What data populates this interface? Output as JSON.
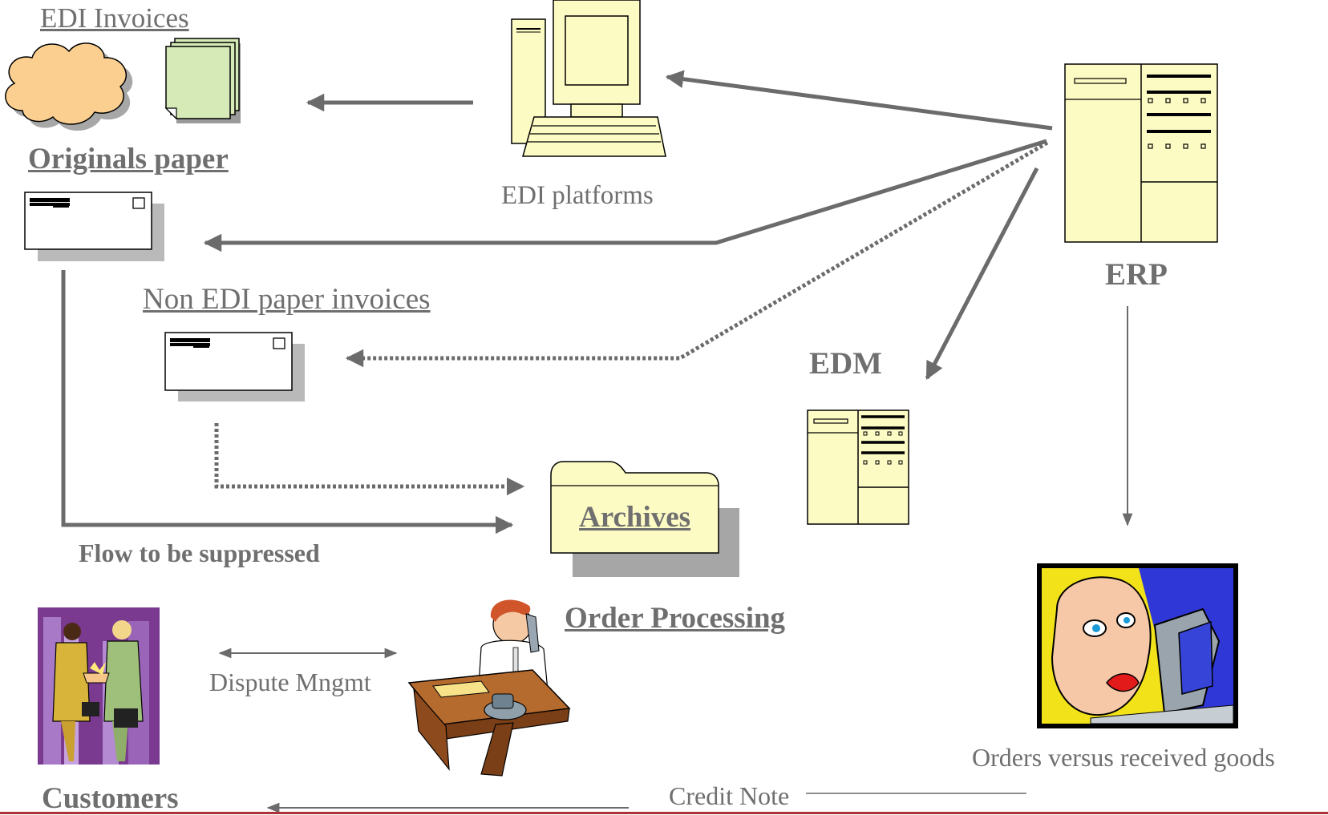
{
  "labels": {
    "edi_invoices": "EDI Invoices",
    "originals_paper": "Originals paper",
    "edi_platforms": "EDI platforms",
    "erp": "ERP",
    "non_edi_paper_invoices": "Non EDI paper invoices",
    "edm": "EDM",
    "archives": "Archives",
    "flow_suppressed": "Flow to be suppressed",
    "order_processing": "Order Processing",
    "dispute_mngmt": "Dispute Mngmt",
    "orders_vs_goods": "Orders versus received goods",
    "customers": "Customers",
    "credit_note": "Credit Note"
  },
  "colors": {
    "text": "#6f6f6f",
    "arrow": "#6b6b6b",
    "cream": "#fdfbc4",
    "paper_green": "#d6eab8",
    "cloud_orange": "#fbcf8f",
    "shadow": "#bdbdbd",
    "bottom_rule": "#b0303a"
  },
  "icons": [
    "cloud-icon",
    "stacked-papers-icon",
    "envelope-icon",
    "computer-terminal-icon",
    "server-icon",
    "folder-icon",
    "handshake-clipart",
    "office-worker-clipart",
    "woman-at-computer-clipart"
  ]
}
